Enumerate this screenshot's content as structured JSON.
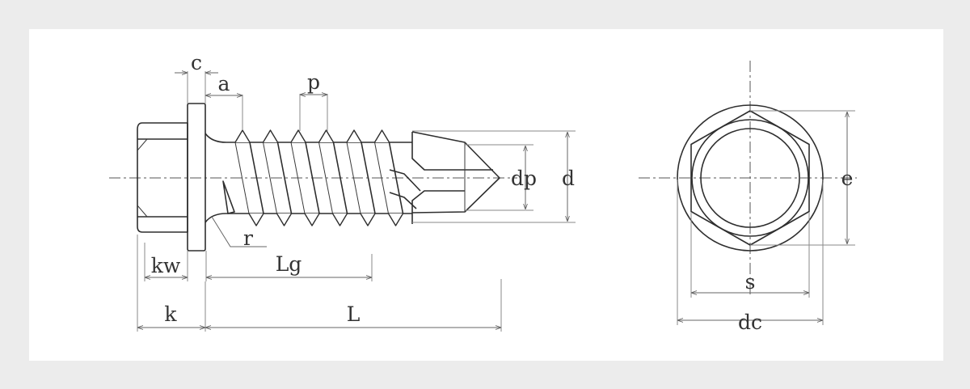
{
  "labels": {
    "c": "c",
    "a": "a",
    "p": "p",
    "dp": "dp",
    "d": "d",
    "r": "r",
    "kw": "kw",
    "lg": "Lg",
    "k": "k",
    "l": "L",
    "e": "e",
    "s": "s",
    "dc": "dc"
  },
  "colors": {
    "background": "#ececec",
    "panel": "#ffffff",
    "stroke": "#2e2e2e"
  }
}
